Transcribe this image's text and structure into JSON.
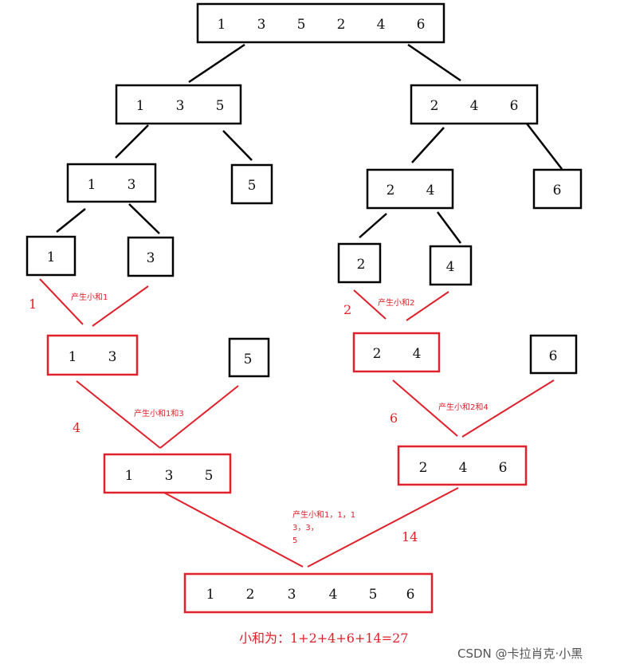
{
  "colors": {
    "accent": "#e0202a",
    "ink": "#000000",
    "watermark": "#555555"
  },
  "split": {
    "root": [
      "1",
      "3",
      "5",
      "2",
      "4",
      "6"
    ],
    "left": [
      "1",
      "3",
      "5"
    ],
    "right": [
      "2",
      "4",
      "6"
    ],
    "left_pair": [
      "1",
      "3"
    ],
    "left_single": [
      "5"
    ],
    "right_pair": [
      "2",
      "4"
    ],
    "right_single": [
      "6"
    ],
    "leaf_1": [
      "1"
    ],
    "leaf_3": [
      "3"
    ],
    "leaf_2": [
      "2"
    ],
    "leaf_4": [
      "4"
    ]
  },
  "merge": {
    "m13": [
      "1",
      "3"
    ],
    "s5": [
      "5"
    ],
    "m24": [
      "2",
      "4"
    ],
    "s6": [
      "6"
    ],
    "m135": [
      "1",
      "3",
      "5"
    ],
    "m246": [
      "2",
      "4",
      "6"
    ],
    "final": [
      "1",
      "2",
      "3",
      "4",
      "5",
      "6"
    ]
  },
  "notes": {
    "n1": "产生小和1",
    "n2": "产生小和2",
    "n13": "产生小和1和3",
    "n24": "产生小和2和4",
    "n_final_1": "产生小和1，1，1",
    "n_final_2": "3，3，",
    "n_final_3": "5"
  },
  "sums": {
    "s1": "1",
    "s2": "2",
    "s4": "4",
    "s6": "6",
    "s14": "14"
  },
  "summary": "小和为：1+2+4+6+14=27",
  "watermark": "CSDN @卡拉肖克·小黑"
}
